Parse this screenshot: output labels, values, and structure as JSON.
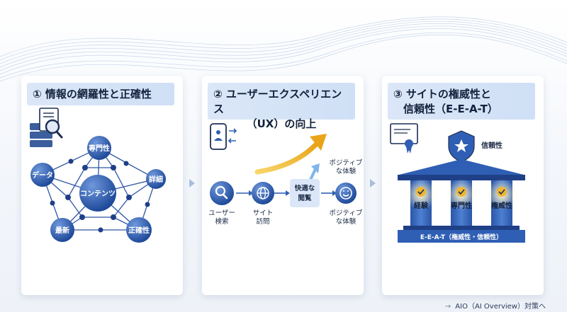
{
  "card1": {
    "title": "① 情報の網羅性と正確性",
    "nodes": {
      "center": "コンテンツ",
      "top": "専門性",
      "left": "データ",
      "right": "詳細",
      "bottom_left": "最新",
      "bottom_right": "正確性"
    }
  },
  "card2": {
    "title_line1": "② ユーザーエクスペリエンス",
    "title_line2": "（UX）の向上",
    "step1": {
      "line1": "ユーザー",
      "line2": "検索"
    },
    "step2": {
      "line1": "サイト",
      "line2": "訪問"
    },
    "step3": {
      "line1": "快適な",
      "line2": "閲覧"
    },
    "result_top": {
      "line1": "ポジティブ",
      "line2": "な体験"
    },
    "result_bottom": {
      "line1": "ポジティブ",
      "line2": "な体験"
    }
  },
  "card3": {
    "title_line1": "③ サイトの権威性と",
    "title_line2": "信頼性（E-E-A-T）",
    "shield_label": "信頼性",
    "pillars": [
      "経験",
      "専門性",
      "権威性"
    ],
    "base_label": "E-E-A-T（権威性・信頼性）"
  },
  "footer": {
    "arrow": "→",
    "text": "AIO（AI Overview）対策へ"
  },
  "colors": {
    "primary": "#2f5fb4",
    "dark": "#1f3f87",
    "accent_gold": "#f0b632",
    "header_bg": "#d6e4f7"
  }
}
